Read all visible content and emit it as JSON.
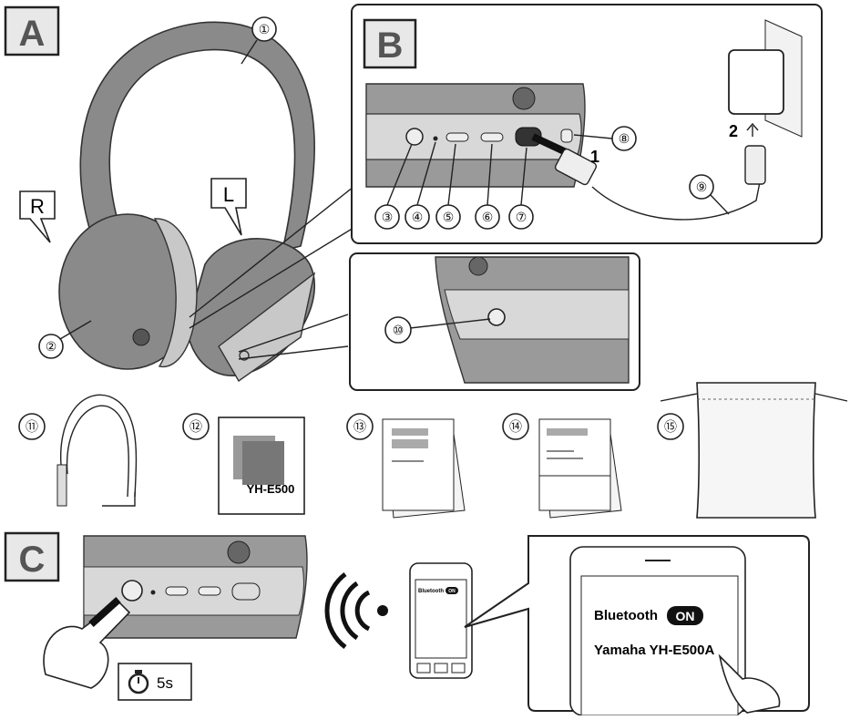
{
  "sections": {
    "a": "A",
    "b": "B",
    "c": "C"
  },
  "side_labels": {
    "right": "R",
    "left": "L"
  },
  "callouts": [
    "①",
    "②",
    "③",
    "④",
    "⑤",
    "⑥",
    "⑦",
    "⑧",
    "⑨",
    "⑩",
    "⑪",
    "⑫",
    "⑬",
    "⑭",
    "⑮"
  ],
  "steps": {
    "step1": "1",
    "step2": "2"
  },
  "box_text": "YH-E500",
  "timer": {
    "icon": "stopwatch-icon",
    "label": "5s"
  },
  "phone_small": {
    "bt_label": "Bluetooth",
    "on_badge": "ON"
  },
  "phone_zoom": {
    "bt_label": "Bluetooth",
    "on_badge": "ON",
    "device": "Yamaha YH-E500A"
  }
}
